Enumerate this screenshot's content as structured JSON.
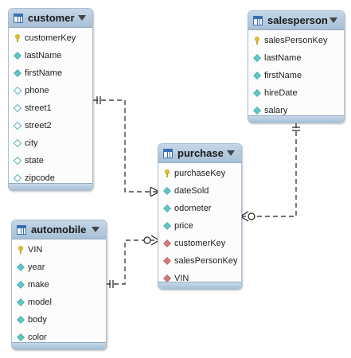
{
  "tables": {
    "customer": {
      "title": "customer",
      "columns": [
        {
          "name": "customerKey",
          "kind": "key-icon"
        },
        {
          "name": "lastName",
          "kind": "column-diamond-icon"
        },
        {
          "name": "firstName",
          "kind": "column-diamond-icon"
        },
        {
          "name": "phone",
          "kind": "nullable-diamond-icon"
        },
        {
          "name": "street1",
          "kind": "nullable-diamond-icon"
        },
        {
          "name": "street2",
          "kind": "nullable-diamond-icon"
        },
        {
          "name": "city",
          "kind": "nullable-diamond-icon"
        },
        {
          "name": "state",
          "kind": "nullable-diamond-icon"
        },
        {
          "name": "zipcode",
          "kind": "nullable-diamond-icon"
        }
      ]
    },
    "salesperson": {
      "title": "salesperson",
      "columns": [
        {
          "name": "salesPersonKey",
          "kind": "key-icon"
        },
        {
          "name": "lastName",
          "kind": "column-diamond-icon"
        },
        {
          "name": "firstName",
          "kind": "column-diamond-icon"
        },
        {
          "name": "hireDate",
          "kind": "column-diamond-icon"
        },
        {
          "name": "salary",
          "kind": "column-diamond-icon"
        }
      ]
    },
    "purchase": {
      "title": "purchase",
      "columns": [
        {
          "name": "purchaseKey",
          "kind": "key-icon"
        },
        {
          "name": "dateSold",
          "kind": "column-diamond-icon"
        },
        {
          "name": "odometer",
          "kind": "column-diamond-icon"
        },
        {
          "name": "price",
          "kind": "column-diamond-icon"
        },
        {
          "name": "customerKey",
          "kind": "foreign-key-diamond-icon"
        },
        {
          "name": "salesPersonKey",
          "kind": "foreign-key-diamond-icon"
        },
        {
          "name": "VIN",
          "kind": "foreign-key-diamond-icon"
        }
      ]
    },
    "automobile": {
      "title": "automobile",
      "columns": [
        {
          "name": "VIN",
          "kind": "key-icon"
        },
        {
          "name": "year",
          "kind": "column-diamond-icon"
        },
        {
          "name": "make",
          "kind": "column-diamond-icon"
        },
        {
          "name": "model",
          "kind": "column-diamond-icon"
        },
        {
          "name": "body",
          "kind": "column-diamond-icon"
        },
        {
          "name": "color",
          "kind": "column-diamond-icon"
        }
      ]
    }
  },
  "relationships": [
    {
      "from": "customer",
      "to": "purchase",
      "from_end": "one-and-only-one",
      "to_end": "one-or-many"
    },
    {
      "from": "salesperson",
      "to": "purchase",
      "from_end": "one-and-only-one",
      "to_end": "zero-or-many"
    },
    {
      "from": "automobile",
      "to": "purchase",
      "from_end": "one-and-only-one",
      "to_end": "zero-or-many"
    }
  ],
  "colors": {
    "header": "#b4c9de",
    "border": "#a9bed3",
    "key": "#e6c227",
    "column": "#5fc7c7",
    "foreign_key": "#d27a7a",
    "line": "#222222"
  }
}
